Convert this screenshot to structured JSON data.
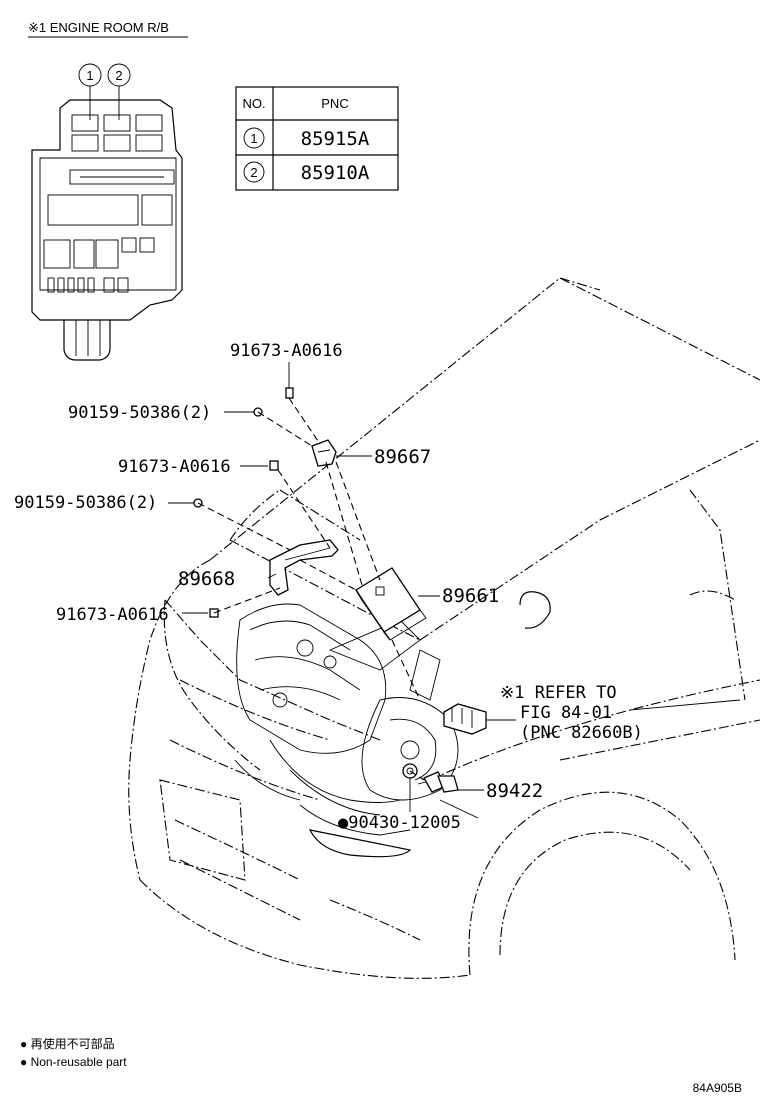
{
  "inset": {
    "title": "※1 ENGINE ROOM R/B",
    "markers": [
      "1",
      "2"
    ]
  },
  "table": {
    "header_no": "NO.",
    "header_pnc": "PNC",
    "rows": [
      {
        "no": "1",
        "pnc": "85915A"
      },
      {
        "no": "2",
        "pnc": "85910A"
      }
    ]
  },
  "callouts": {
    "bolt_top": "91673-A0616",
    "nut_1": "90159-50386(2)",
    "bracket_89667": "89667",
    "bolt_mid": "91673-A0616",
    "nut_2": "90159-50386(2)",
    "bracket_89668": "89668",
    "ecu_89661": "89661",
    "bolt_low": "91673-A0616",
    "refer_1": "※1 REFER TO",
    "refer_2": "FIG 84-01",
    "refer_3": "(PNC 82660B)",
    "sensor_89422": "89422",
    "gasket": "●90430-12005"
  },
  "legend": {
    "jp": "● 再使用不可部品",
    "en": "● Non-reusable part"
  },
  "figure_id": "84A905B"
}
